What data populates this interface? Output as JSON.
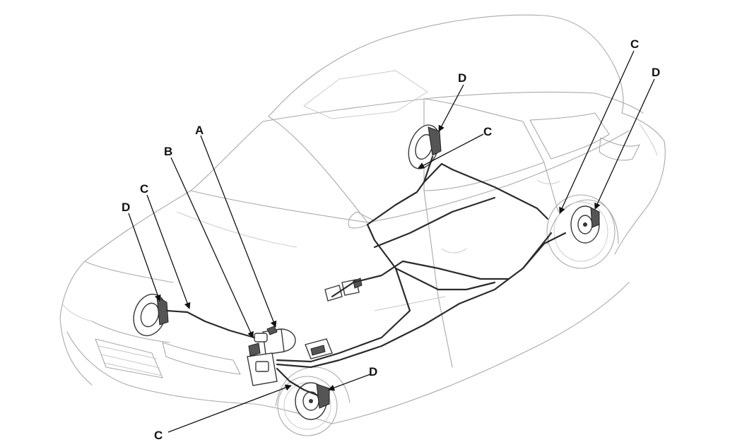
{
  "callouts": {
    "a": "A",
    "b": "B",
    "c1": "C",
    "c2": "C",
    "c3": "C",
    "c4": "C",
    "d1": "D",
    "d2": "D",
    "d3": "D",
    "d4": "D"
  }
}
